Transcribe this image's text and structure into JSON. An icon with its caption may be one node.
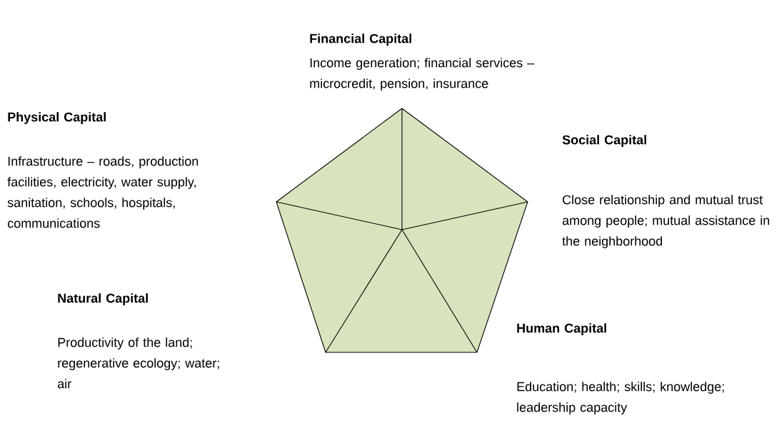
{
  "diagram": {
    "nodes": [
      {
        "text": [
          "Financial Capital",
          "Income generation; financial services – microcredit, pension, insurance"
        ]
      },
      {
        "text": [
          "Physical Capital",
          "Infrastructure – roads, production facilities, electricity, water supply, sanitation, schools, hospitals, communications"
        ]
      },
      {
        "text": [
          "Social Capital",
          "Close relationship and mutual trust among people; mutual assistance in the neighborhood"
        ]
      },
      {
        "text": [
          "Natural Capital",
          "Productivity of the land; regenerative ecology; water; air"
        ]
      },
      {
        "text": [
          "Human Capital",
          "Education; health; skills; knowledge; leadership capacity"
        ]
      }
    ]
  }
}
